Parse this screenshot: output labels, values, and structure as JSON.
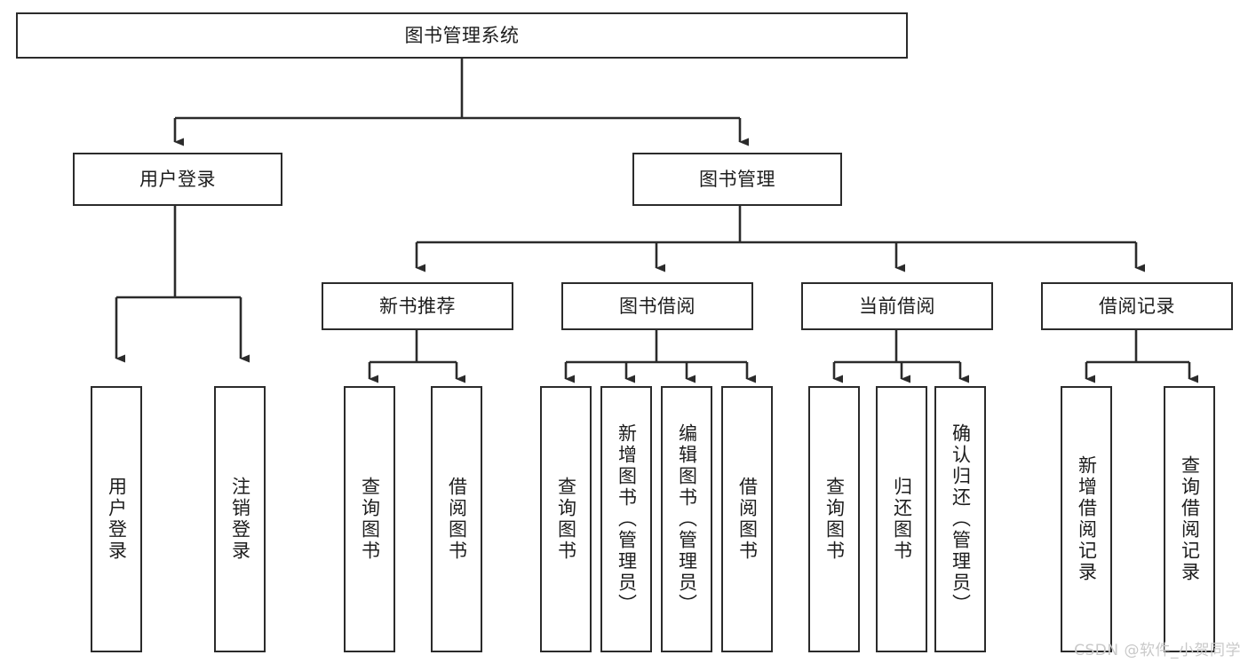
{
  "diagram": {
    "title": "图书管理系统",
    "type": "tree",
    "orientation": "top-down",
    "colors": {
      "box_border": "#2b2b2b",
      "box_fill": "#ffffff",
      "connector": "#2b2b2b",
      "text": "#1d1d1d",
      "watermark": "#c9c9c9"
    },
    "levels": {
      "root": {
        "label": "图书管理系统"
      },
      "level1": [
        {
          "id": "user-login",
          "label": "用户登录"
        },
        {
          "id": "book-management",
          "label": "图书管理"
        }
      ],
      "level2": [
        {
          "id": "new-book-recommend",
          "label": "新书推荐",
          "parent": "book-management"
        },
        {
          "id": "book-borrow",
          "label": "图书借阅",
          "parent": "book-management"
        },
        {
          "id": "current-borrow",
          "label": "当前借阅",
          "parent": "book-management"
        },
        {
          "id": "borrow-record",
          "label": "借阅记录",
          "parent": "book-management"
        }
      ],
      "leaves": [
        {
          "id": "leaf-user-login",
          "label": "用户登录",
          "parent": "user-login"
        },
        {
          "id": "leaf-logout-login",
          "label": "注销登录",
          "parent": "user-login"
        },
        {
          "id": "leaf-query-book-1",
          "label": "查询图书",
          "parent": "new-book-recommend"
        },
        {
          "id": "leaf-borrow-book-1",
          "label": "借阅图书",
          "parent": "new-book-recommend"
        },
        {
          "id": "leaf-query-book-2",
          "label": "查询图书",
          "parent": "book-borrow"
        },
        {
          "id": "leaf-add-book",
          "label": "新增图书（管理员）",
          "parent": "book-borrow"
        },
        {
          "id": "leaf-edit-book",
          "label": "编辑图书（管理员）",
          "parent": "book-borrow"
        },
        {
          "id": "leaf-borrow-book-2",
          "label": "借阅图书",
          "parent": "book-borrow"
        },
        {
          "id": "leaf-query-book-3",
          "label": "查询图书",
          "parent": "current-borrow"
        },
        {
          "id": "leaf-return-book",
          "label": "归还图书",
          "parent": "current-borrow"
        },
        {
          "id": "leaf-confirm-return",
          "label": "确认归还（管理员）",
          "parent": "current-borrow"
        },
        {
          "id": "leaf-add-record",
          "label": "新增借阅记录",
          "parent": "borrow-record"
        },
        {
          "id": "leaf-query-record",
          "label": "查询借阅记录",
          "parent": "borrow-record"
        }
      ]
    },
    "watermark": "CSDN @软件_小贺同学"
  }
}
